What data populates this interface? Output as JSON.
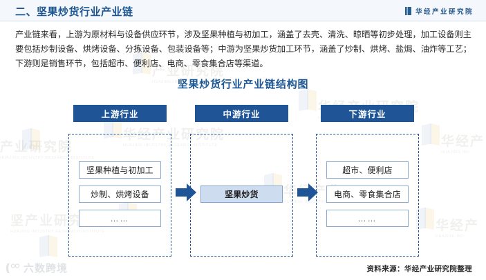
{
  "header": {
    "title": "二、坚果炒货行业产业链",
    "brand": "华经产业研究院",
    "brand_icon": "book-icon"
  },
  "intro": {
    "paragraph": "产业链来看，上游为原材料与设备供应环节，涉及坚果种植与初加工，涵盖了去壳、清洗、晾晒等初步处理，加工设备则主要包括炒制设备、烘烤设备、分拣设备、包装设备等；中游为坚果炒货加工环节，涵盖了炒制、烘烤、盐焗、油炸等工艺；下游则是销售环节，包括超市、便利店、电商、零食集合店等渠道。"
  },
  "chart": {
    "title": "坚果炒货行业产业链结构图",
    "columns": [
      {
        "header": "上游行业",
        "nodes": [
          "坚果种植与初加工",
          "炒制、烘烤设备",
          "……"
        ]
      },
      {
        "header": "中游行业",
        "nodes": [
          "坚果炒货"
        ]
      },
      {
        "header": "下游行业",
        "nodes": [
          "超市、便利店",
          "电商、零食集合店",
          "……"
        ]
      }
    ],
    "arrows": [
      "arrow-right-icon",
      "arrow-right-icon"
    ],
    "colors": {
      "header_fill": "#1f5597",
      "header_text": "#ffffff",
      "zone_border": "#1f5597",
      "node_border": "#8aabcf",
      "node_fill_highlight": "#cddcee",
      "arrow_fill": "#1f5597",
      "title_text": "#1b5693"
    }
  },
  "footer": {
    "source": "资料来源：华经产业研究院整理",
    "watermark_text": "六数跨境",
    "watermark_icon": "logo-mark-icon"
  },
  "background_watermarks": {
    "text": "华经产业研究院",
    "sub": "HUAJING INDUSTRY RESEARCH INSTITUTE"
  }
}
